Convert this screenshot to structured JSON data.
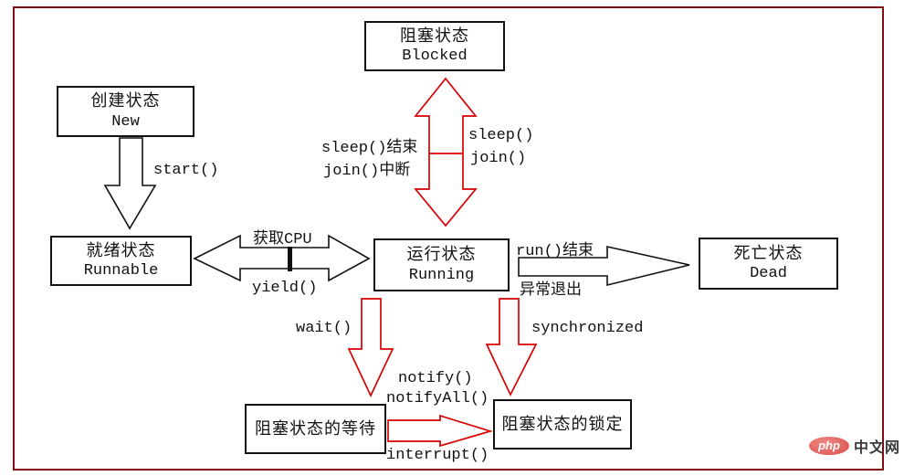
{
  "boxes": {
    "blocked": {
      "line1": "阻塞状态",
      "line2": "Blocked"
    },
    "new": {
      "line1": "创建状态",
      "line2": "New"
    },
    "runnable": {
      "line1": "就绪状态",
      "line2": "Runnable"
    },
    "running": {
      "line1": "运行状态",
      "line2": "Running"
    },
    "dead": {
      "line1": "死亡状态",
      "line2": "Dead"
    },
    "blocked_wait": {
      "line1": "阻塞状态的等待"
    },
    "blocked_lock": {
      "line1": "阻塞状态的锁定"
    }
  },
  "labels": {
    "start": "start()",
    "acquire_cpu": "获取CPU",
    "yield": "yield()",
    "sleep_end": "sleep()结束",
    "join_interrupt": "join()中断",
    "sleep": "sleep()",
    "join": "join()",
    "run_end": "run()结束",
    "abnormal_exit": "异常退出",
    "wait": "wait()",
    "synchronized": "synchronized",
    "notify": "notify()",
    "notify_all": "notifyAll()",
    "interrupt": "interrupt()"
  },
  "watermark": {
    "badge": "php",
    "site": "中文网"
  },
  "colors": {
    "arrow_red": "#d80000",
    "arrow_black": "#111111",
    "frame_maroon": "#800b10",
    "badge_pink": "#e05d58",
    "site_text_gray": "#3a3a3a"
  }
}
